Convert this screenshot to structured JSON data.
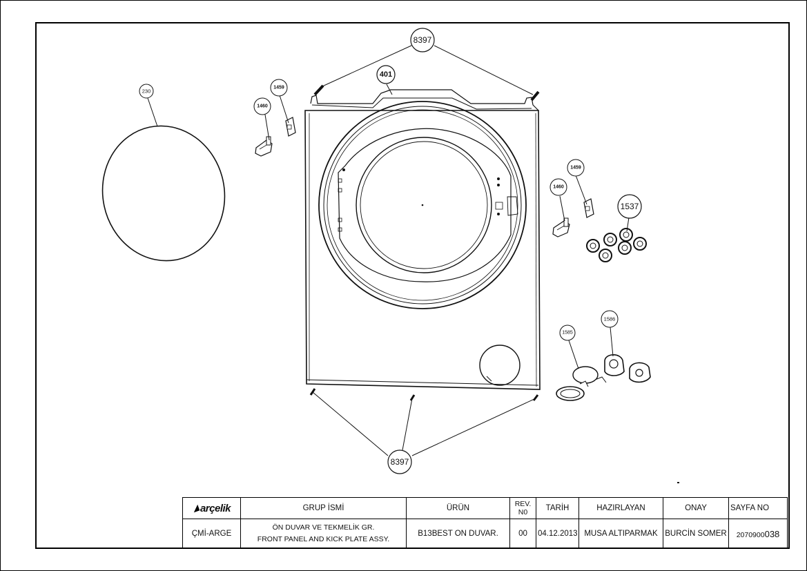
{
  "callouts": {
    "c230": "230",
    "c8397_top": "8397",
    "c401": "401",
    "c1459_left": "1459",
    "c1460_left": "1460",
    "c1459_right": "1459",
    "c1460_right": "1460",
    "c1537": "1537",
    "c1585": "1585",
    "c1586": "1586",
    "c8397_bottom": "8397"
  },
  "title_block": {
    "logo_text": "arçelik",
    "grup_ismi_label": "GRUP İSMİ",
    "urun_label": "ÜRÜN",
    "rev_label_line1": "REV.",
    "rev_label_line2": "N0",
    "tarih_label": "TARİH",
    "hazirlayan_label": "HAZIRLAYAN",
    "onay_label": "ONAY",
    "sayfa_no_label": "SAYFA NO",
    "department": "ÇMİ-ARGE",
    "group_name_tr": "ÖN DUVAR VE TEKMELİK GR.",
    "group_name_en": "FRONT PANEL AND KICK PLATE ASSY.",
    "product": "B13BEST ON DUVAR.",
    "rev_no": "00",
    "date": "04.12.2013",
    "prepared_by": "MUSA ALTIPARMAK",
    "approved_by": "BURCİN SOMER",
    "page_no_prefix": "2070900",
    "page_no_suffix": "038"
  }
}
